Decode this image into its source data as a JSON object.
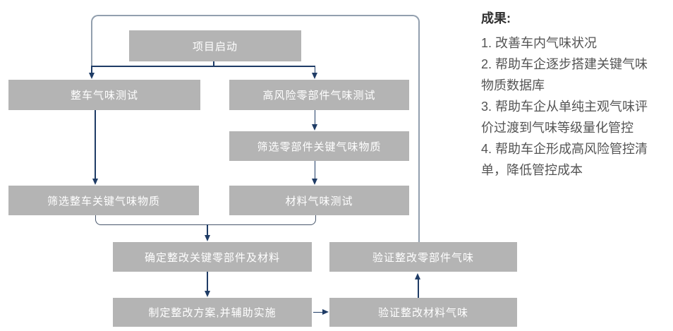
{
  "flowchart": {
    "nodes": {
      "start": "项目启动",
      "vehicle_test": "整车气味测试",
      "parts_test": "高风险零部件气味测试",
      "parts_screen": "筛选零部件关键气味物质",
      "vehicle_screen": "筛选整车关键气味物质",
      "material_test": "材料气味测试",
      "determine": "确定整改关键零部件及材料",
      "verify_parts": "验证整改零部件气味",
      "plan": "制定整改方案,并辅助实施",
      "verify_material": "验证整改材料气味"
    }
  },
  "results_panel": {
    "title": "成果:",
    "items": [
      "1. 改善车内气味状况",
      "2. 帮助车企逐步搭建关键气味物质数据库",
      "3. 帮助车企从单纯主观气味评价过渡到气味等级量化管控",
      "4. 帮助车企形成高风险管控清单，降低管控成本"
    ]
  },
  "colors": {
    "box_fill": "#b4b4b4",
    "box_text": "#ffffff",
    "arrow": "#1f3c66",
    "loop_line": "#929fae",
    "bracket": "#47566b",
    "panel_title": "#303030",
    "panel_text": "#545454"
  }
}
